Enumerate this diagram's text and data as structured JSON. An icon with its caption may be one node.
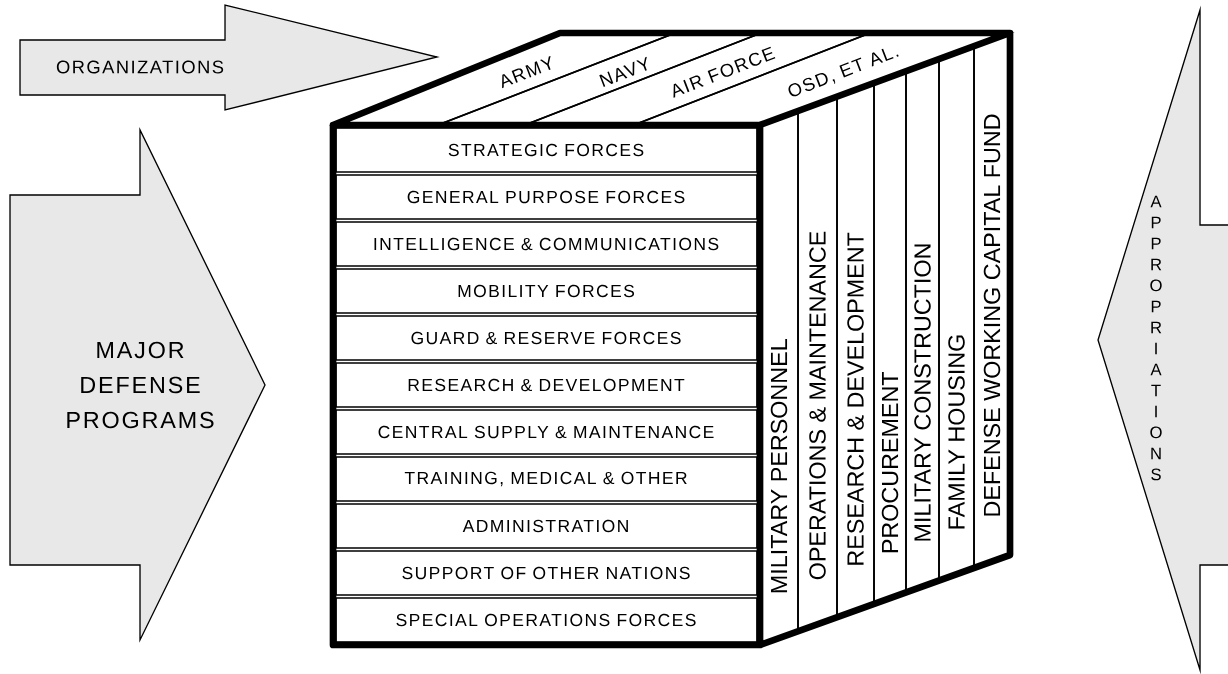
{
  "diagram": {
    "nodes": [
      {
        "text": [
          "ORGANIZATIONS"
        ]
      },
      {
        "text": [
          "ARMY"
        ]
      },
      {
        "text": [
          "NAVY"
        ]
      },
      {
        "text": [
          "AIR FORCE"
        ]
      },
      {
        "text": [
          "OSD, ET AL."
        ]
      },
      {
        "text": [
          "MAJOR DEFENSE PROGRAMS"
        ]
      },
      {
        "text": [
          "STRATEGIC FORCES"
        ]
      },
      {
        "text": [
          "GENERAL PURPOSE FORCES"
        ]
      },
      {
        "text": [
          "INTELLIGENCE & COMMUNICATIONS"
        ]
      },
      {
        "text": [
          "MOBILITY FORCES"
        ]
      },
      {
        "text": [
          "GUARD & RESERVE FORCES"
        ]
      },
      {
        "text": [
          "RESEARCH & DEVELOPMENT"
        ]
      },
      {
        "text": [
          "CENTRAL SUPPLY & MAINTENANCE"
        ]
      },
      {
        "text": [
          "TRAINING, MEDICAL & OTHER"
        ]
      },
      {
        "text": [
          "ADMINISTRATION"
        ]
      },
      {
        "text": [
          "SUPPORT OF OTHER NATIONS"
        ]
      },
      {
        "text": [
          "SPECIAL OPERATIONS FORCES"
        ]
      },
      {
        "text": [
          "MILITARY PERSONNEL"
        ]
      },
      {
        "text": [
          "OPERATIONS & MAINTENANCE"
        ]
      },
      {
        "text": [
          "RESEARCH & DEVELOPMENT"
        ]
      },
      {
        "text": [
          "PROCUREMENT"
        ]
      },
      {
        "text": [
          "MILITARY CONSTRUCTION"
        ]
      },
      {
        "text": [
          "FAMILY HOUSING"
        ]
      },
      {
        "text": [
          "DEFENSE WORKING CAPITAL FUND"
        ]
      },
      {
        "text": [
          "APPROPRIATIONS"
        ]
      }
    ]
  }
}
